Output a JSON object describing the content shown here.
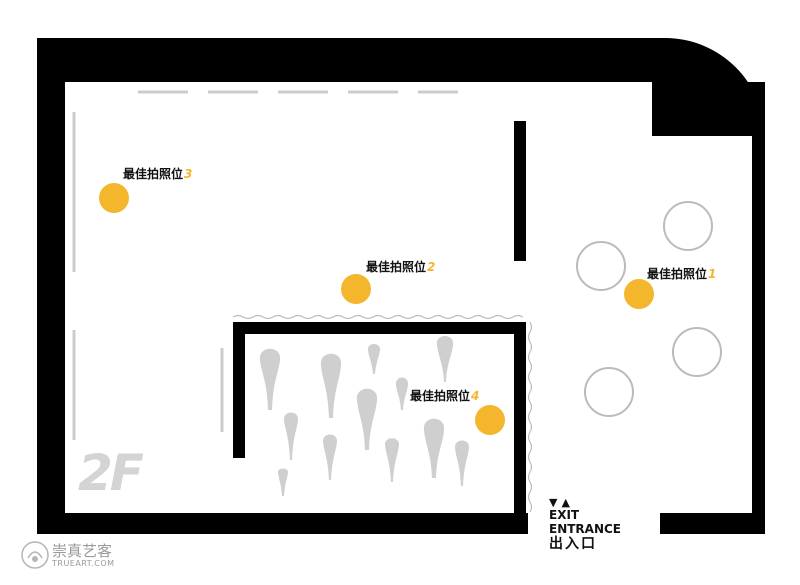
{
  "floor_label": "2F",
  "photo_spots": [
    {
      "label": "最佳拍照位",
      "number": "1"
    },
    {
      "label": "最佳拍照位",
      "number": "2"
    },
    {
      "label": "最佳拍照位",
      "number": "3"
    },
    {
      "label": "最佳拍照位",
      "number": "4"
    }
  ],
  "entrance": {
    "arrows": "▼▲",
    "exit": "EXIT",
    "entrance": "ENTRANCE",
    "chinese": "出入口"
  },
  "watermark": {
    "name": "崇真艺客",
    "sub": "TRUEART.COM"
  },
  "colors": {
    "wall": "#000000",
    "spot": "#F4B62C",
    "sculpture": "#cfcfcf",
    "floor_label": "#d4d4d4",
    "guide_line": "#cccccc"
  }
}
